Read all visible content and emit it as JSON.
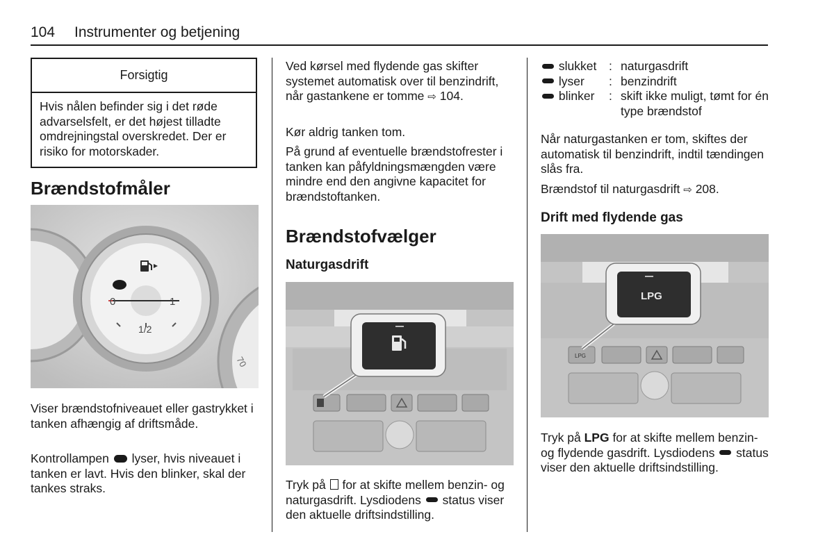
{
  "header": {
    "page_number": "104",
    "section": "Instrumenter og betjening"
  },
  "col1": {
    "caution_title": "Forsigtig",
    "caution_text": "Hvis nålen befinder sig i det røde advarselsfelt, er det højest tilladte omdrejningstal overskredet. Der er risiko for motorskader.",
    "heading": "Brændstofmåler",
    "gauge_label_0": "0",
    "gauge_label_1": "1",
    "gauge_label_half": "1/2",
    "gauge_label_70": "70",
    "para1": "Viser brændstofniveauet eller gastrykket i tanken afhængig af driftsmåde.",
    "para2_a": "Kontrollampen",
    "para2_b": "lyser, hvis niveauet i tanken er lavt. Hvis den blinker, skal der tankes straks."
  },
  "col2": {
    "para1": "Ved kørsel med flydende gas skifter systemet automatisk over til benzindrift, når gastankene er tomme",
    "para1_ref": "104.",
    "para2": "Kør aldrig tanken tom.",
    "para3": "På grund af eventuelle brændstofrester i tanken kan påfyldningsmængden være mindre end den angivne kapacitet for brændstoftanken.",
    "heading": "Brændstofvælger",
    "subheading": "Naturgasdrift",
    "caption_a": "Tryk på",
    "caption_b": "for at skifte mellem benzin- og naturgasdrift. Lysdiodens",
    "caption_c": "status viser den aktuelle driftsindstilling."
  },
  "col3": {
    "legend": [
      {
        "key": "slukket",
        "value": "naturgasdrift"
      },
      {
        "key": "lyser",
        "value": "benzindrift"
      },
      {
        "key": "blinker",
        "value": "skift ikke muligt, tømt for én type brændstof"
      }
    ],
    "para1": "Når naturgastanken er tom, skiftes der automatisk til benzindrift, indtil tændingen slås fra.",
    "para2": "Brændstof til naturgasdrift",
    "para2_ref": "208.",
    "subheading": "Drift med flydende gas",
    "lpg_label": "LPG",
    "lpg_small": "LPG",
    "caption_a": "Tryk på",
    "caption_b": "LPG",
    "caption_c": "for at skifte mellem benzin- og flydende gasdrift. Lysdiodens",
    "caption_d": "status viser den aktuelle driftsindstilling."
  },
  "icons": {
    "ref_arrow": "reference-arrow-icon",
    "fuel_pump": "fuel-pump-icon"
  },
  "colors": {
    "text": "#1a1a1a",
    "figure_bg": "#c9c9c9"
  }
}
